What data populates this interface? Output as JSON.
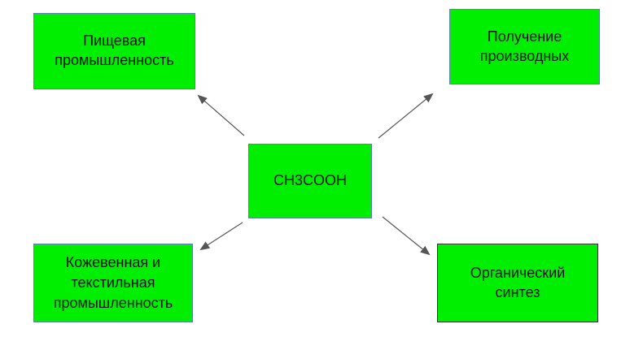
{
  "diagram": {
    "center": {
      "label": "CH3COOH"
    },
    "nodes": {
      "food": {
        "label": "Пищевая\nпромышленность"
      },
      "derivatives": {
        "label": "Получение\nпроизводных"
      },
      "leather": {
        "label": "Кожевенная и\nтекстильная\nпромышленность"
      },
      "organic": {
        "label": "Органический\nсинтез"
      }
    },
    "colors": {
      "node_fill": "#00ef00",
      "node_border": "#5b7fb3",
      "arrow": "#555555",
      "text": "#111111"
    }
  }
}
